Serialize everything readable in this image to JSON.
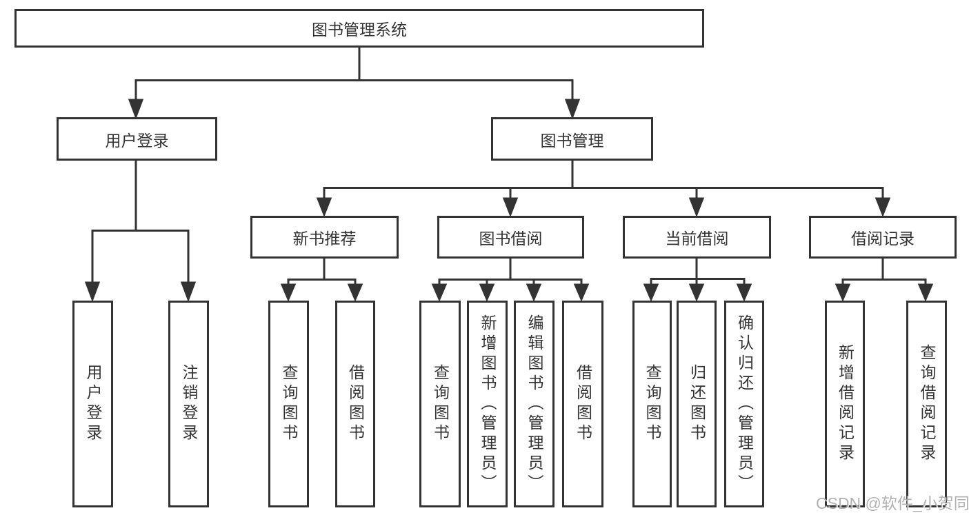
{
  "tree": {
    "label": "图书管理系统",
    "children": [
      {
        "label": "用户登录",
        "children": [
          {
            "label": "用户登录"
          },
          {
            "label": "注销登录"
          }
        ]
      },
      {
        "label": "图书管理",
        "children": [
          {
            "label": "新书推荐",
            "children": [
              {
                "label": "查询图书"
              },
              {
                "label": "借阅图书"
              }
            ]
          },
          {
            "label": "图书借阅",
            "children": [
              {
                "label": "查询图书"
              },
              {
                "label": "新增图书（管理员）"
              },
              {
                "label": "编辑图书（管理员）"
              },
              {
                "label": "借阅图书"
              }
            ]
          },
          {
            "label": "当前借阅",
            "children": [
              {
                "label": "查询图书"
              },
              {
                "label": "归还图书"
              },
              {
                "label": "确认归还（管理员）"
              }
            ]
          },
          {
            "label": "借阅记录",
            "children": [
              {
                "label": "新增借阅记录"
              },
              {
                "label": "查询借阅记录"
              }
            ]
          }
        ]
      }
    ]
  },
  "watermark": {
    "text": "CSDN @软件_小贺同学"
  },
  "colors": {
    "line": "#333333",
    "text": "#333333",
    "background": "#ffffff",
    "watermark": "#9e9e9e"
  }
}
